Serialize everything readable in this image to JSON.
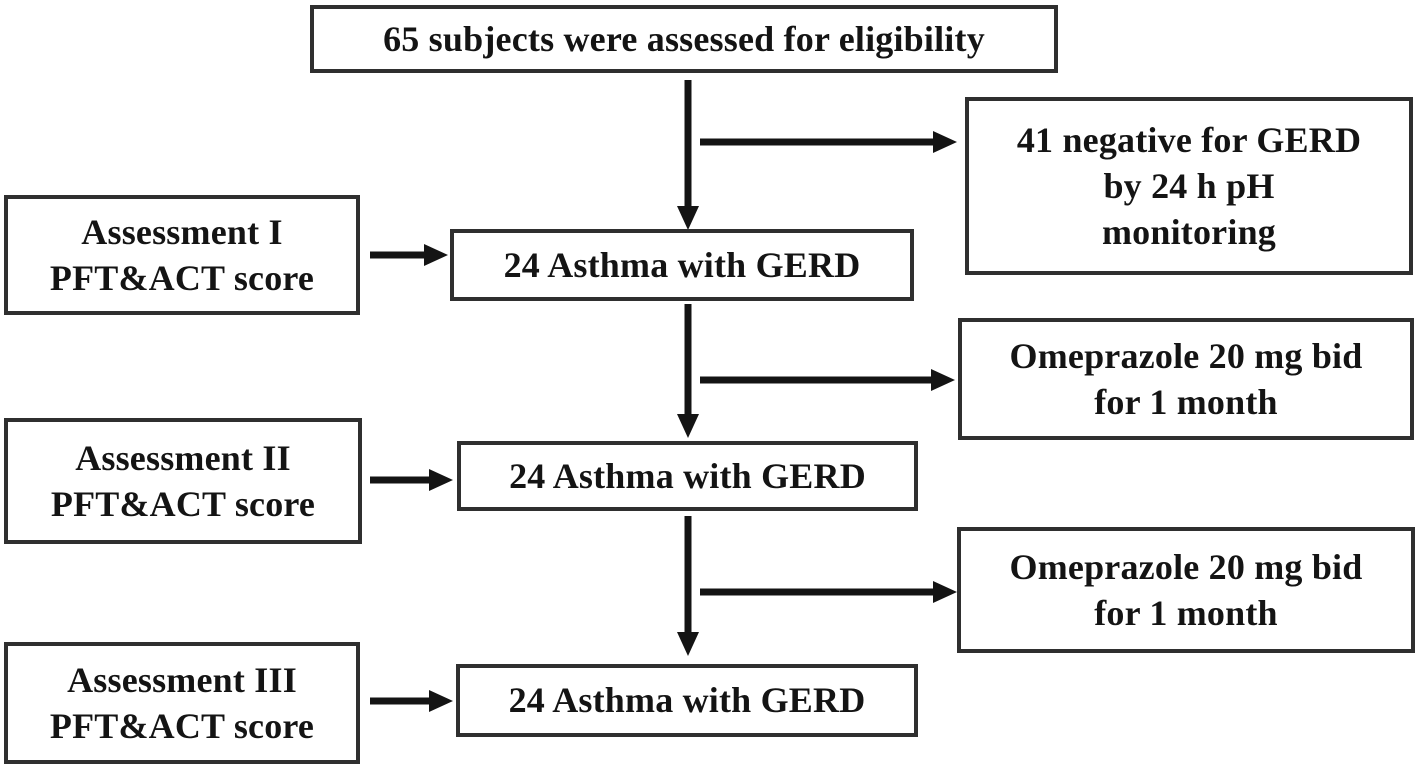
{
  "colors": {
    "background": "#ffffff",
    "box_border": "#2f2f2f",
    "text": "#141414",
    "arrow": "#141414"
  },
  "flowchart": {
    "eligibility": {
      "text": "65 subjects were assessed for eligibility"
    },
    "gerd_negative": {
      "line1": "41 negative for GERD",
      "line2": "by 24 h pH",
      "line3": "monitoring"
    },
    "assessment1": {
      "line1": "Assessment I",
      "line2": "PFT&ACT score"
    },
    "asthma1": {
      "text": "24 Asthma with GERD"
    },
    "omeprazole1": {
      "line1": "Omeprazole 20 mg bid",
      "line2": "for 1 month"
    },
    "assessment2": {
      "line1": "Assessment II",
      "line2": "PFT&ACT score"
    },
    "asthma2": {
      "text": "24 Asthma with GERD"
    },
    "omeprazole2": {
      "line1": "Omeprazole 20 mg bid",
      "line2": "for 1 month"
    },
    "assessment3": {
      "line1": "Assessment III",
      "line2": "PFT&ACT score"
    },
    "asthma3": {
      "text": "24 Asthma with GERD"
    }
  }
}
